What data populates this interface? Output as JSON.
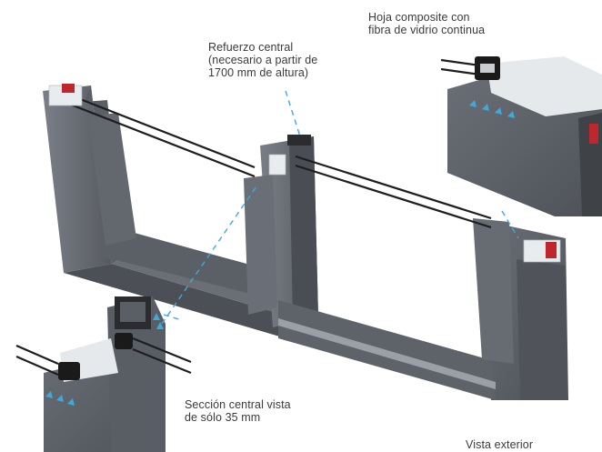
{
  "labels": {
    "hoja": [
      "Hoja composite con",
      "fibra de vidrio continua"
    ],
    "refuerzo": [
      "Refuerzo central",
      "(necesario a partir de",
      "1700 mm de altura)"
    ],
    "seccion": [
      "Sección central vista",
      "de sólo 35 mm"
    ],
    "vista": [
      "Vista exterior"
    ]
  },
  "colors": {
    "frame": "#5c6168",
    "frame_dark": "#474b51",
    "frame_light": "#737880",
    "pvc": "#e9ecee",
    "glass_line": "#1e1e1e",
    "seal": "#1a1a1a",
    "gasket_red": "#c0272d",
    "leader": "#3fa9dc"
  }
}
